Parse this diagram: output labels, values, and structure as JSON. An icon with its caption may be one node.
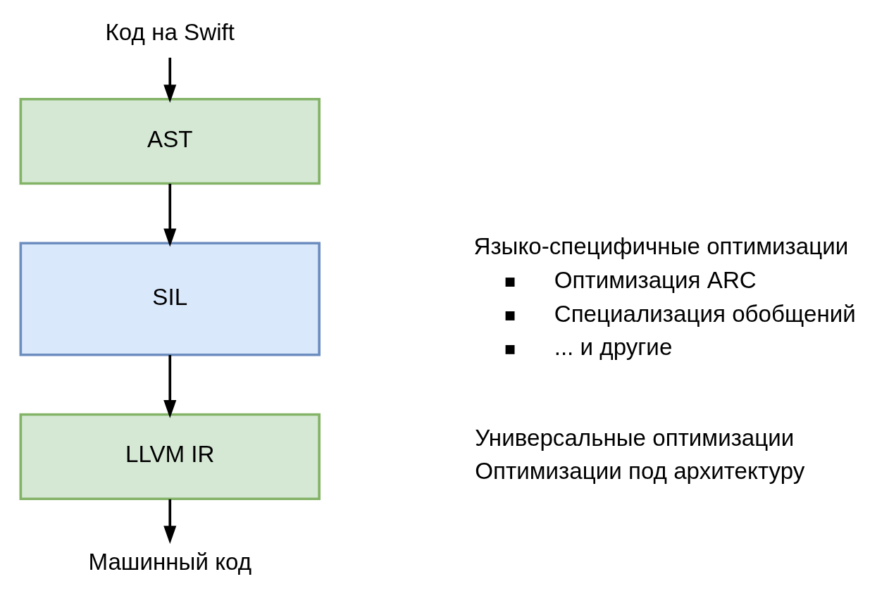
{
  "diagram": {
    "nodes": [
      {
        "text": [
          "Код на Swift"
        ]
      },
      {
        "text": [
          "AST"
        ]
      },
      {
        "text": [
          "SIL"
        ]
      },
      {
        "text": [
          "LLVM IR"
        ]
      },
      {
        "text": [
          "Машинный код"
        ]
      }
    ],
    "edges": [
      {
        "from": 0,
        "to": 1,
        "arrow": "to"
      },
      {
        "from": 1,
        "to": 2,
        "arrow": "to"
      },
      {
        "from": 2,
        "to": 3,
        "arrow": "to"
      },
      {
        "from": 3,
        "to": 4,
        "arrow": "to"
      }
    ],
    "labels": [
      "Языко-специфичные оптимизации",
      "Оптимизация ARC",
      "Специализация обобщений",
      "... и другие",
      "Универсальные оптимизации",
      "Оптимизации под архитектуру"
    ]
  }
}
